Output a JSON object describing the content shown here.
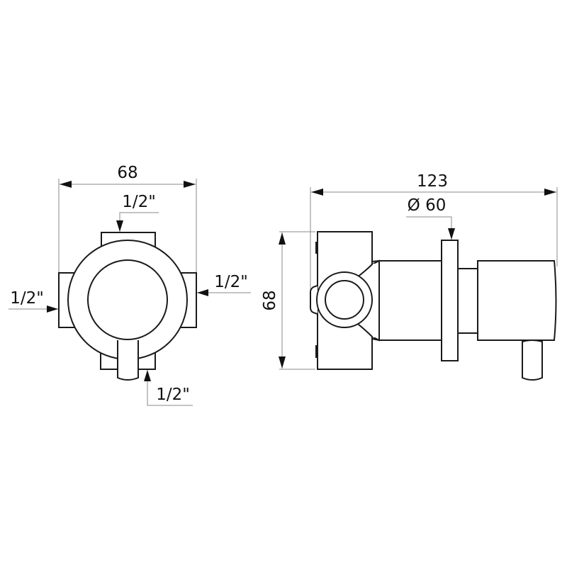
{
  "drawing": {
    "type": "technical-dimension-drawing",
    "subject": "concealed shower valve (front and side views)",
    "line_color": "#1a1a1a",
    "dimension_line_color": "#8a8a8a"
  },
  "front_view": {
    "width_dimension": "68",
    "connections": {
      "top": "1/2\"",
      "left": "1/2\"",
      "right": "1/2\"",
      "bottom": "1/2\""
    }
  },
  "side_view": {
    "length_dimension": "123",
    "height_dimension": "68",
    "flange_diameter": "Ø 60"
  }
}
